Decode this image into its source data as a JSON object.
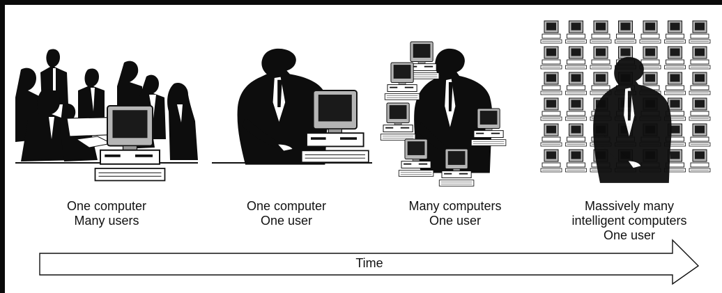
{
  "stages": [
    {
      "line1": "One computer",
      "line2": "Many users"
    },
    {
      "line1": "One computer",
      "line2": "One user"
    },
    {
      "line1": "Many computers",
      "line2": "One user"
    },
    {
      "line1": "Massively many",
      "line2": "intelligent computers",
      "line3": "One user"
    }
  ],
  "timeline": {
    "label": "Time"
  },
  "colors": {
    "ink": "#0a0a0a",
    "screen": "#1a1a1a",
    "case": "#9a9a9a",
    "paper": "#ffffff"
  }
}
